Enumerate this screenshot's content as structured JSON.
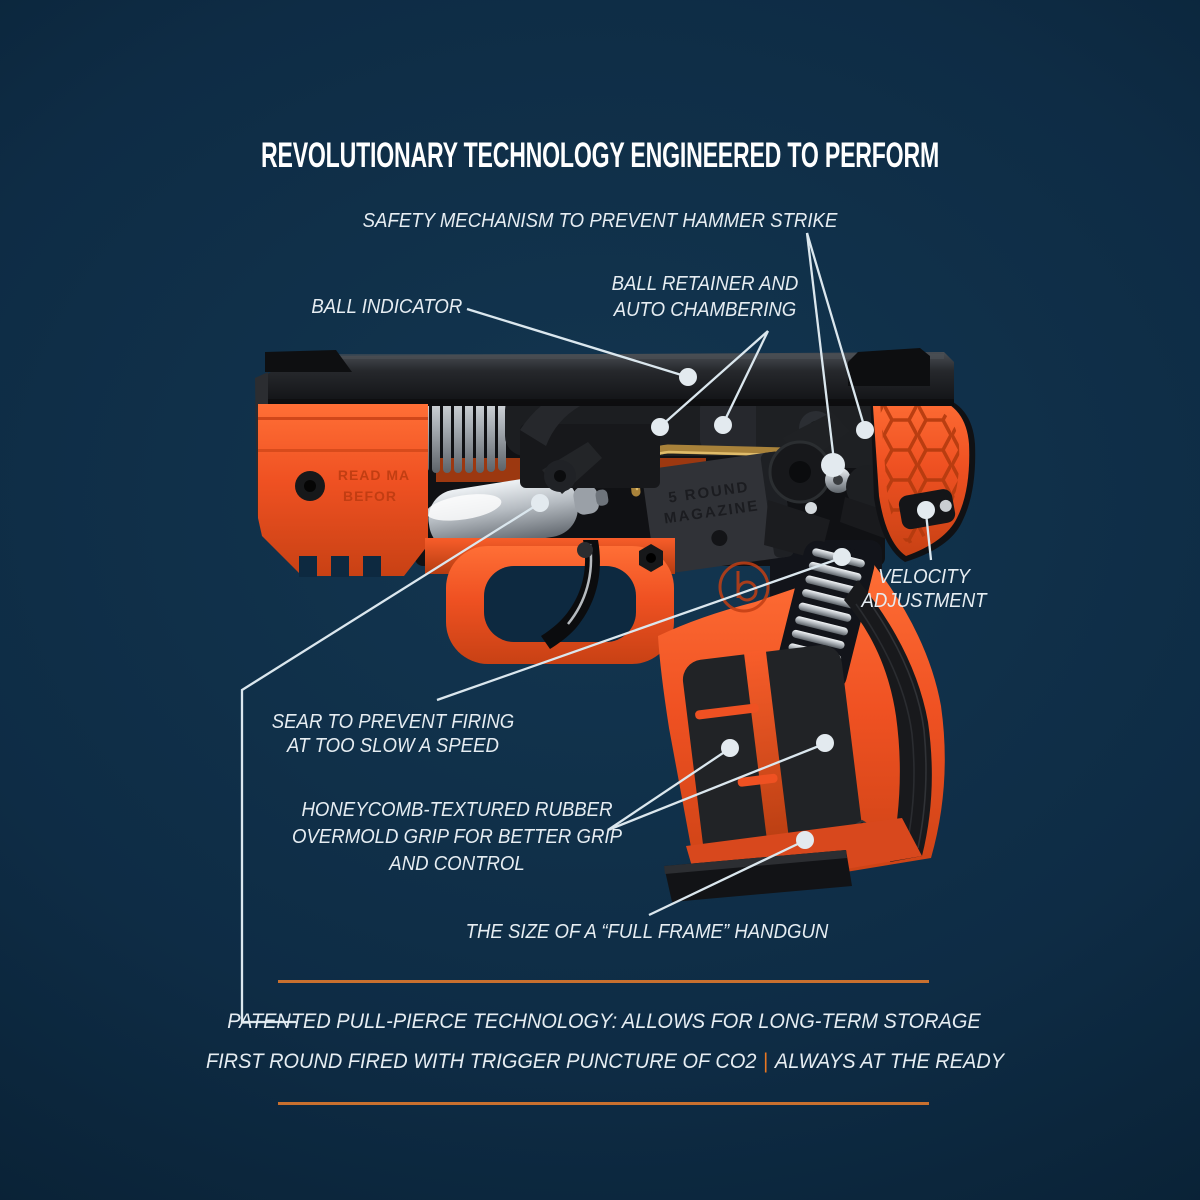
{
  "title": "REVOLUTIONARY TECHNOLOGY ENGINEERED TO PERFORM",
  "callouts": {
    "safety": {
      "lines": [
        "SAFETY MECHANISM TO PREVENT HAMMER STRIKE"
      ]
    },
    "ball_indicator": {
      "lines": [
        "BALL INDICATOR"
      ]
    },
    "ball_retainer": {
      "lines": [
        "BALL RETAINER AND",
        "AUTO CHAMBERING"
      ]
    },
    "velocity": {
      "lines": [
        "VELOCITY",
        "ADJUSTMENT"
      ]
    },
    "sear": {
      "lines": [
        "SEAR TO PREVENT FIRING",
        "AT TOO SLOW A SPEED"
      ]
    },
    "grip": {
      "lines": [
        "HONEYCOMB-TEXTURED RUBBER",
        "OVERMOLD GRIP FOR BETTER GRIP",
        "AND CONTROL"
      ]
    },
    "size": {
      "lines": [
        "THE SIZE OF A “FULL FRAME” HANDGUN"
      ]
    }
  },
  "footer": {
    "line1": "PATENTED PULL-PIERCE TECHNOLOGY: ALLOWS FOR LONG-TERM STORAGE",
    "line2_a": "FIRST ROUND FIRED WITH TRIGGER PUNCTURE OF CO2",
    "line2_divider": "|",
    "line2_b": "ALWAYS AT THE READY"
  },
  "gun_embossed": {
    "frame_line1": "READ MA",
    "frame_line2": "BEFOR",
    "magazine_line1": "5 ROUND",
    "magazine_line2": "MAGAZINE"
  },
  "colors": {
    "background": "#0d2b44",
    "orange": "#ef5122",
    "orange_dark": "#b43c10",
    "rule": "#c8702f",
    "divider": "#e87722",
    "label": "#e6edf2",
    "leader": "#dbe7ee",
    "slide_black": "#141619",
    "chrome": "#c9ced3",
    "brass": "#bb913f"
  }
}
